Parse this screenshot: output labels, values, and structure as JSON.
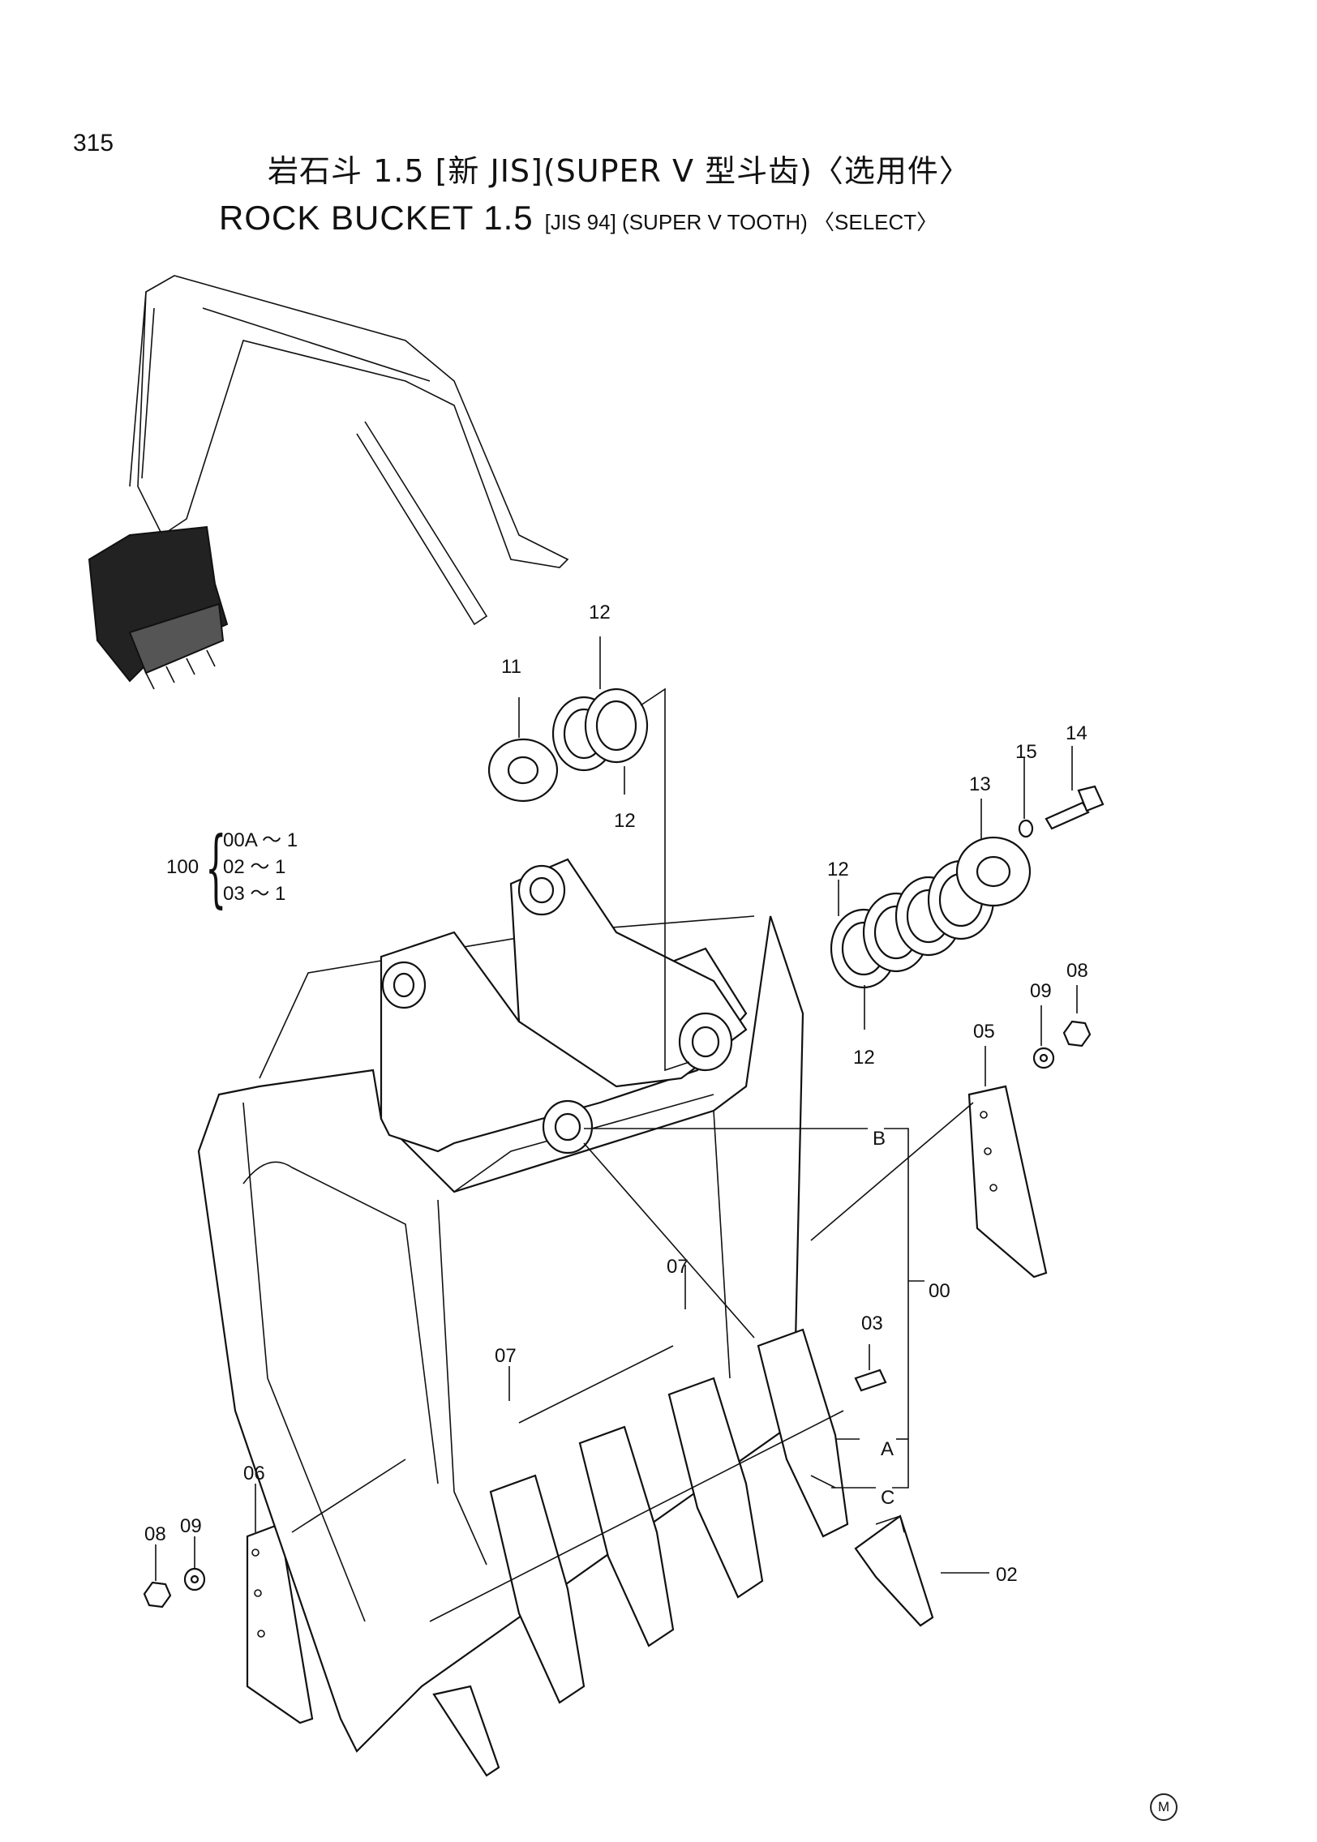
{
  "page": {
    "number": "315"
  },
  "title": {
    "chinese": "岩石斗 1.5 [新 JIS](SUPER V 型斗齿)〈选用件〉",
    "english_main": "ROCK BUCKET 1.5",
    "english_sub": "[JIS 94] (SUPER V TOOTH) 〈SELECT〉"
  },
  "assembly": {
    "number": "100",
    "rows": [
      "00A ～ 1",
      "02 ～ 1",
      "03 ～ 1"
    ]
  },
  "callouts": {
    "p00": "00",
    "p02": "02",
    "p03": "03",
    "p05": "05",
    "p06": "06",
    "p07a": "07",
    "p07b": "07",
    "p08a": "08",
    "p08b": "08",
    "p09a": "09",
    "p09b": "09",
    "p11": "11",
    "p12a": "12",
    "p12b": "12",
    "p12c": "12",
    "p12d": "12",
    "p13": "13",
    "p14": "14",
    "p15": "15",
    "pA": "A",
    "pB": "B",
    "pC": "C"
  },
  "mark": "M"
}
